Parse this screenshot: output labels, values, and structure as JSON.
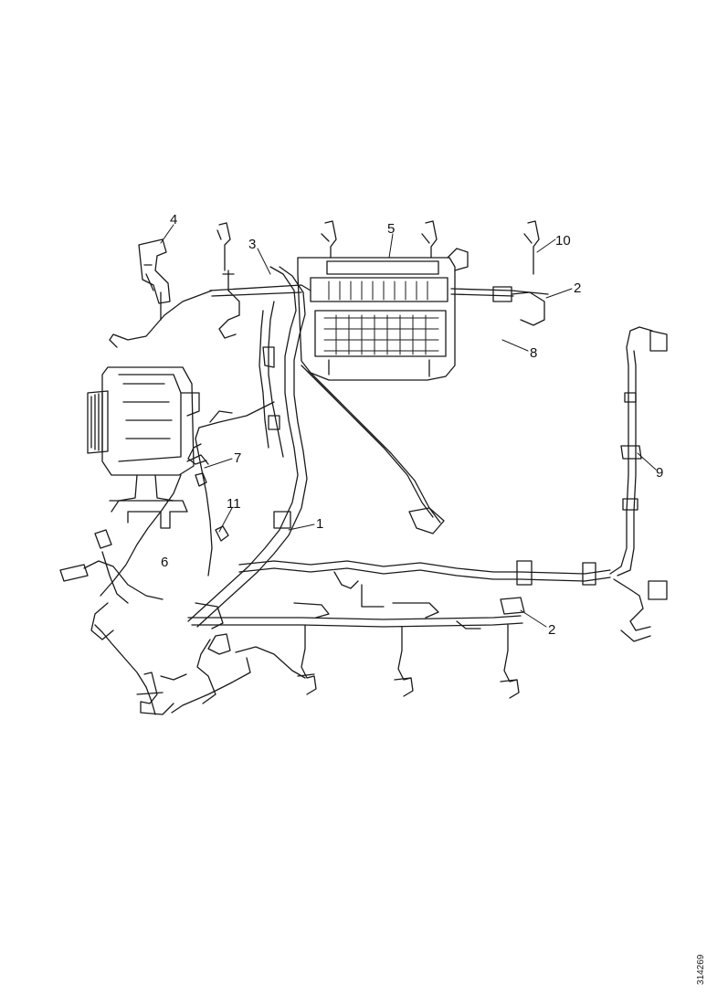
{
  "diagram": {
    "callouts": [
      {
        "id": "c4",
        "label": "4"
      },
      {
        "id": "c3",
        "label": "3"
      },
      {
        "id": "c5",
        "label": "5"
      },
      {
        "id": "c10",
        "label": "10"
      },
      {
        "id": "c2a",
        "label": "2"
      },
      {
        "id": "c8",
        "label": "8"
      },
      {
        "id": "c7",
        "label": "7"
      },
      {
        "id": "c11",
        "label": "11"
      },
      {
        "id": "c1",
        "label": "1"
      },
      {
        "id": "c6",
        "label": "6"
      },
      {
        "id": "c9",
        "label": "9"
      },
      {
        "id": "c2b",
        "label": "2"
      }
    ],
    "figure_id": "314269"
  }
}
